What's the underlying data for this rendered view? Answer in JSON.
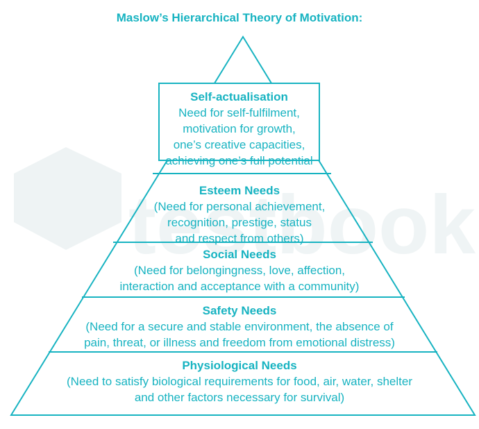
{
  "title": "Maslow’s Hierarchical Theory of Motivation:",
  "watermark": "testbook",
  "colors": {
    "accent": "#17b3c1",
    "watermark": "#eef3f4"
  },
  "levels": [
    {
      "heading": "Self-actualisation",
      "text": "Need for self-fulfilment,\nmotivation for growth,\none’s creative capacities,\nachieving one’s full potential"
    },
    {
      "heading": "Esteem Needs",
      "text": "(Need for personal achievement,\nrecognition, prestige, status\nand respect from others)"
    },
    {
      "heading": "Social Needs",
      "text": "(Need for belongingness, love, affection,\ninteraction and acceptance with a community)"
    },
    {
      "heading": "Safety Needs",
      "text": "(Need for a secure and stable environment, the absence of\npain, threat, or illness and freedom from emotional distress)"
    },
    {
      "heading": "Physiological Needs",
      "text": "(Need to satisfy biological requirements for food, air, water, shelter\nand other factors necessary for survival)"
    }
  ]
}
